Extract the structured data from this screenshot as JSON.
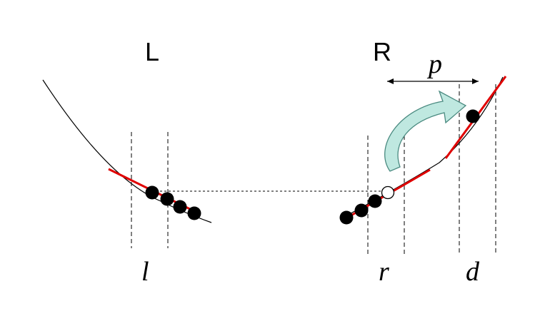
{
  "labels": {
    "left_region": "L",
    "right_region": "R",
    "l": "l",
    "r": "r",
    "d": "d",
    "p": "p"
  },
  "colors": {
    "curve": "#000000",
    "tangent": "#e00000",
    "point": "#000000",
    "arrow_fill": "#bfe8e0",
    "arrow_stroke": "#4a8a80"
  }
}
